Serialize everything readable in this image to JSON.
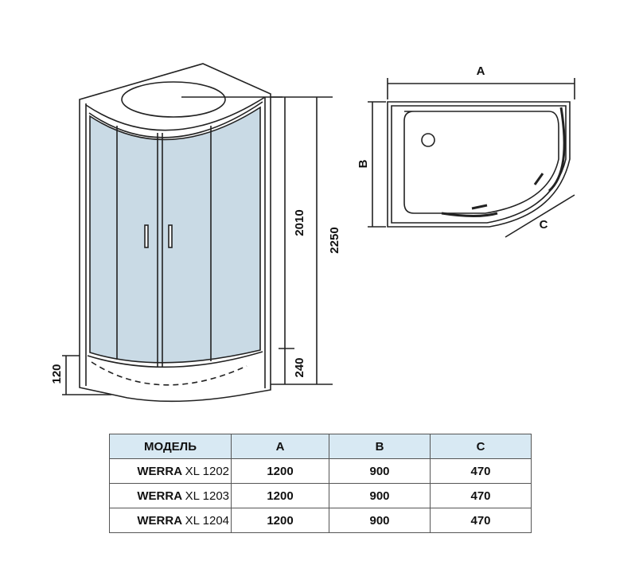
{
  "dimensions": {
    "height_total": "2250",
    "height_glass": "2010",
    "height_base": "240",
    "tray_height": "120",
    "label_a": "A",
    "label_b": "B",
    "label_c": "C"
  },
  "table": {
    "headers": [
      "МОДЕЛЬ",
      "A",
      "B",
      "C"
    ],
    "rows": [
      {
        "brand": "WERRA",
        "series": "XL 1202",
        "a": "1200",
        "b": "900",
        "c": "470"
      },
      {
        "brand": "WERRA",
        "series": "XL 1203",
        "a": "1200",
        "b": "900",
        "c": "470"
      },
      {
        "brand": "WERRA",
        "series": "XL 1204",
        "a": "1200",
        "b": "900",
        "c": "470"
      }
    ]
  },
  "colors": {
    "glass": "#c9dae5",
    "header": "#d8e9f3",
    "line": "#222222"
  }
}
